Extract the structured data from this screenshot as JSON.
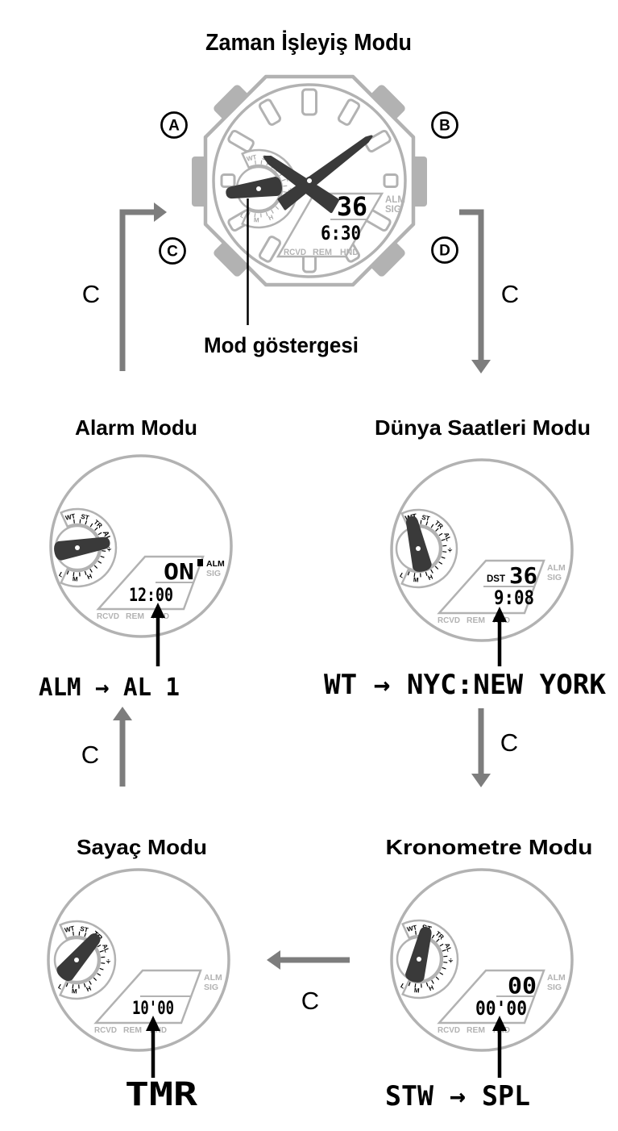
{
  "page": {
    "top_title": "Zaman İşleyiş Modu",
    "mode_indicator_label": "Mod göstergesi",
    "transition_label": "C"
  },
  "buttons": {
    "a": "A",
    "b": "B",
    "c": "C",
    "d": "D"
  },
  "subdial": {
    "labels": [
      "WT",
      "ST",
      "TR",
      "AL"
    ],
    "plane": "✈",
    "bottom_labels": [
      "L",
      "M",
      "H"
    ]
  },
  "lcd": {
    "alm": "ALM",
    "sig": "SIG",
    "rcvd": "RCVD",
    "rem": "REM",
    "hnd": "HND"
  },
  "modes": {
    "timekeeping": {
      "lcd_top": "36",
      "lcd_bottom": "6:30"
    },
    "alarm": {
      "title": "Alarm Modu",
      "lcd_top": "ON",
      "lcd_bottom": "12:00",
      "caption": "ALM → AL 1"
    },
    "world_time": {
      "title": "Dünya Saatleri Modu",
      "lcd_dst": "DST",
      "lcd_top": "36",
      "lcd_bottom": "9:08",
      "caption": "WT → NYC:NEW YORK"
    },
    "timer": {
      "title": "Sayaç Modu",
      "lcd_bottom": "10'00",
      "caption": "TMR"
    },
    "stopwatch": {
      "title": "Kronometre Modu",
      "lcd_top": "00",
      "lcd_bottom": "00'00",
      "caption": "STW → SPL"
    }
  },
  "colors": {
    "outline": "#b2b2b2",
    "arrow": "#7d7d7d",
    "lcd_dim": "#b3b3b3",
    "hand": "#3a3a3a",
    "ink": "#000000"
  }
}
